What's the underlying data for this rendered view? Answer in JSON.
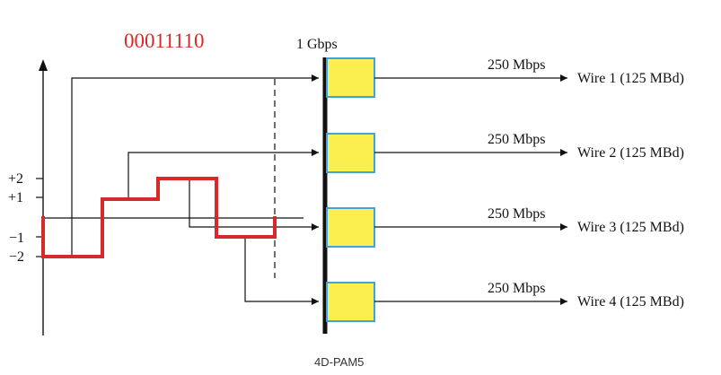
{
  "bit_pattern": "00011110",
  "bus_label": "1 Gbps",
  "levels": [
    "+2",
    "+1",
    "−1",
    "−2"
  ],
  "wires": [
    {
      "rate": "250 Mbps",
      "label": "Wire 1 (125 MBd)"
    },
    {
      "rate": "250 Mbps",
      "label": "Wire 2 (125 MBd)"
    },
    {
      "rate": "250 Mbps",
      "label": "Wire 3 (125 MBd)"
    },
    {
      "rate": "250 Mbps",
      "label": "Wire 4 (125 MBd)"
    }
  ],
  "caption": "4D-PAM5",
  "colors": {
    "signal": "#d62a2a",
    "encoder_fill": "#fbee4f",
    "encoder_border": "#3aa6dd",
    "bits_text": "#d62a2a"
  }
}
